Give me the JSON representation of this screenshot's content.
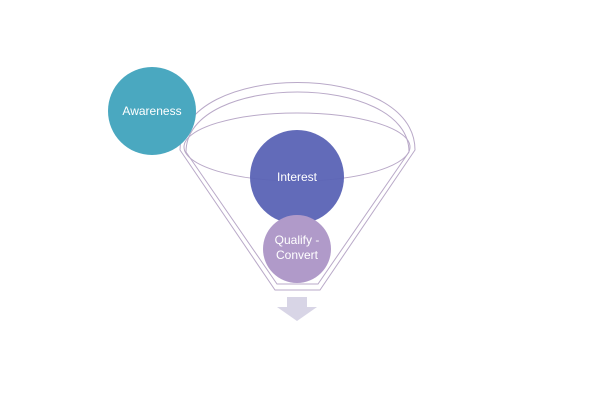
{
  "diagram": {
    "stages": [
      {
        "label_lines": [
          "Awareness"
        ],
        "color": "#4aa8c0"
      },
      {
        "label_lines": [
          "Interest"
        ],
        "color": "#5a63b5"
      },
      {
        "label_lines": [
          "Qualify -",
          "Convert"
        ],
        "color": "#b09ac9"
      }
    ],
    "funnel_stroke_color": "#b9a9c8",
    "arrow_color": "#d8d5e6"
  }
}
